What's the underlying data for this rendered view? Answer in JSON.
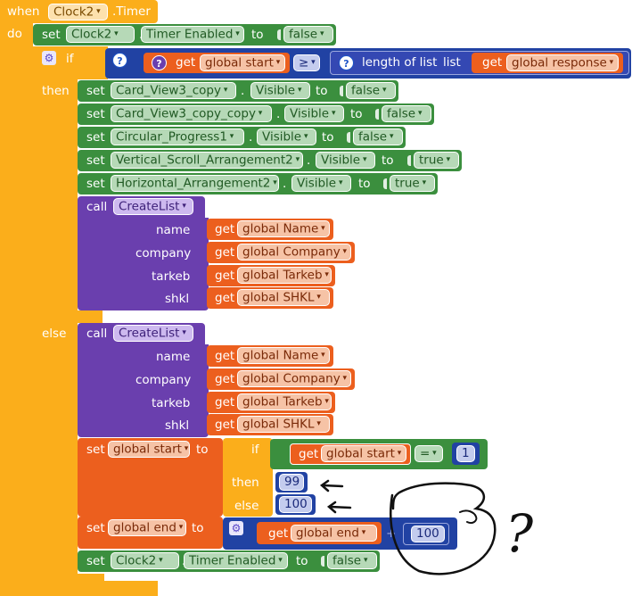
{
  "timer_event": {
    "when": "when",
    "component": "Clock2",
    "event": ".Timer",
    "do": "do"
  },
  "set_timer_false": {
    "set": "set",
    "component": "Clock2",
    "dot": ".",
    "property": "Timer Enabled",
    "to": "to",
    "value": "false"
  },
  "if_block": {
    "if": "if",
    "get": "get",
    "left_var": "global start",
    "operator": "≥",
    "length_of_list": "length of list",
    "list_word": "list",
    "right_var": "global response",
    "then": "then",
    "else": "else"
  },
  "then_sets": [
    {
      "set": "set",
      "component": "Card_View3_copy",
      "dot": ".",
      "property": "Visible",
      "to": "to",
      "value": "false"
    },
    {
      "set": "set",
      "component": "Card_View3_copy_copy",
      "dot": ".",
      "property": "Visible",
      "to": "to",
      "value": "false"
    },
    {
      "set": "set",
      "component": "Circular_Progress1",
      "dot": ".",
      "property": "Visible",
      "to": "to",
      "value": "false"
    },
    {
      "set": "set",
      "component": "Vertical_Scroll_Arrangement2",
      "dot": ".",
      "property": "Visible",
      "to": "to",
      "value": "true"
    },
    {
      "set": "set",
      "component": "Horizontal_Arrangement2",
      "dot": ".",
      "property": "Visible",
      "to": "to",
      "value": "true"
    }
  ],
  "call_then": {
    "call": "call",
    "procedure": "CreateList",
    "args": [
      {
        "name": "name",
        "get": "get",
        "var": "global Name"
      },
      {
        "name": "company",
        "get": "get",
        "var": "global Company"
      },
      {
        "name": "tarkeb",
        "get": "get",
        "var": "global Tarkeb"
      },
      {
        "name": "shkl",
        "get": "get",
        "var": "global SHKL"
      }
    ]
  },
  "call_else": {
    "call": "call",
    "procedure": "CreateList",
    "args": [
      {
        "name": "name",
        "get": "get",
        "var": "global Name"
      },
      {
        "name": "company",
        "get": "get",
        "var": "global Company"
      },
      {
        "name": "tarkeb",
        "get": "get",
        "var": "global Tarkeb"
      },
      {
        "name": "shkl",
        "get": "get",
        "var": "global SHKL"
      }
    ]
  },
  "set_start": {
    "set": "set",
    "var": "global start",
    "to": "to",
    "if": "if",
    "get": "get",
    "cond_var": "global start",
    "op": "=",
    "cmp": "1",
    "then": "then",
    "then_val": "99",
    "else": "else",
    "else_val": "100"
  },
  "set_end": {
    "set": "set",
    "var": "global end",
    "to": "to",
    "get": "get",
    "expr_var": "global end",
    "plus": "+",
    "num": "100"
  },
  "set_timer_false_end": {
    "set": "set",
    "component": "Clock2",
    "dot": ".",
    "property": "Timer Enabled",
    "to": "to",
    "value": "false"
  },
  "annotation": {
    "question": "?"
  },
  "colors": {
    "event": "#fbae1b",
    "component": "#3b8f3e",
    "procedure": "#6a3fae",
    "variable": "#ec5f1e",
    "list": "#3448b3",
    "math": "#2142a3"
  }
}
